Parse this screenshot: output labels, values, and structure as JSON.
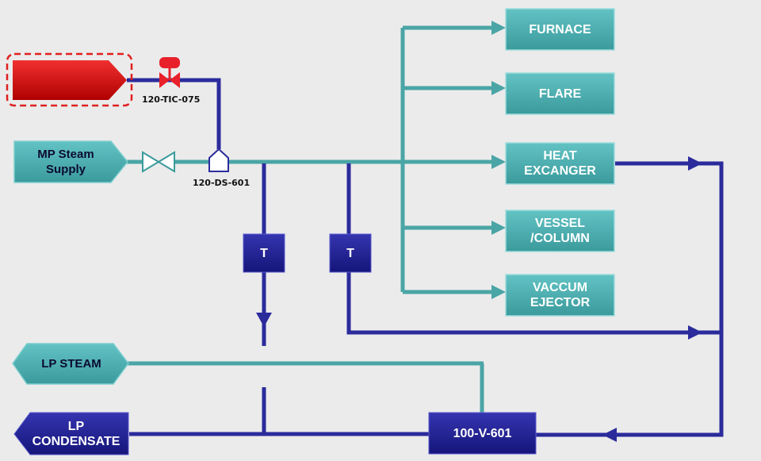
{
  "colors": {
    "background": "#ebebeb",
    "teal_line": "#4aa5a6",
    "blue_line": "#2b2b9c",
    "teal_box": "#4fb0b2",
    "blue_box": "#23238f",
    "red_source": "#d40000",
    "red_outline": "#e02020",
    "valve_red": "#e8202a"
  },
  "sources": {
    "mp_steam_supply": "MP Steam\nSupply",
    "lp_steam": "LP STEAM",
    "lp_condensate": "LP\nCONDENSATE"
  },
  "consumers": [
    {
      "label": "FURNACE"
    },
    {
      "label": "FLARE"
    },
    {
      "label": "HEAT\nEXCANGER"
    },
    {
      "label": "VESSEL\n/COLUMN"
    },
    {
      "label": "VACCUM\nEJECTOR"
    }
  ],
  "traps": [
    {
      "label": "T"
    },
    {
      "label": "T"
    }
  ],
  "vessel": {
    "label": "100-V-601"
  },
  "tags": {
    "control_valve": "120-TIC-075",
    "desuperheater": "120-DS-601"
  },
  "icons": {
    "control_valve": "control-valve-icon",
    "gate_valve": "gate-valve-icon",
    "desuperheater": "desuperheater-icon",
    "source_highlight": "highlighted-source-icon"
  }
}
